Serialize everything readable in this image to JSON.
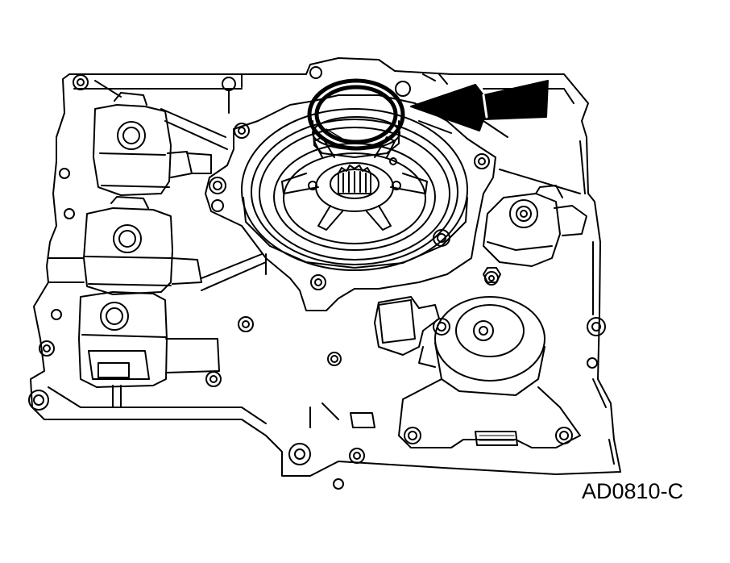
{
  "figure_code": "AD0810-C",
  "colors": {
    "line": "#000000",
    "fill": "#ffffff"
  },
  "callouts": [
    {
      "type": "arrow",
      "points_to": "seal-ring"
    }
  ]
}
